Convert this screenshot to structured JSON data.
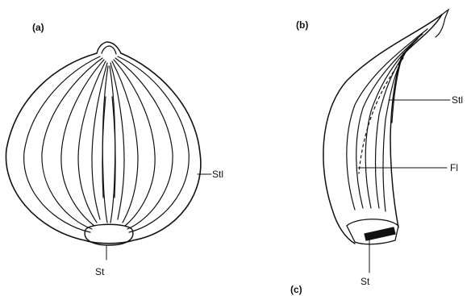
{
  "panels": {
    "a": {
      "label": "(a)"
    },
    "b": {
      "label": "(b)"
    },
    "c": {
      "label": "(c)"
    }
  },
  "labels": {
    "a_stl": "Stl",
    "a_st": "St",
    "b_stl": "Stl",
    "b_fl": "Fl",
    "b_st": "St"
  },
  "colors": {
    "ink": "#111111",
    "paper": "#ffffff"
  }
}
